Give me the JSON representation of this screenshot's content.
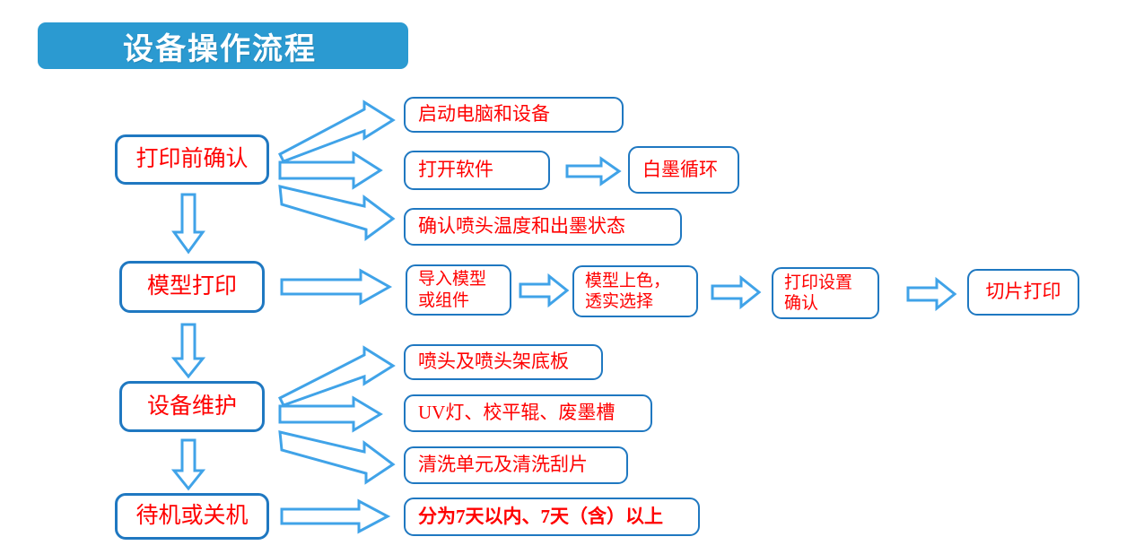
{
  "title": {
    "text": "设备操作流程",
    "bg_color": "#2B9AD1",
    "text_color": "#ffffff"
  },
  "theme": {
    "box_border_color": "#1F78C1",
    "box_text_color": "#FF0000",
    "arrow_color": "#40A3E8",
    "background": "#ffffff"
  },
  "stages": [
    {
      "id": "stage-1",
      "label": "打印前确认"
    },
    {
      "id": "stage-2",
      "label": "模型打印"
    },
    {
      "id": "stage-3",
      "label": "设备维护"
    },
    {
      "id": "stage-4",
      "label": "待机或关机"
    }
  ],
  "stage1_items": [
    {
      "label": "启动电脑和设备"
    },
    {
      "label": "打开软件"
    },
    {
      "label": "确认喷头温度和出墨状态"
    }
  ],
  "stage1_sub": {
    "label": "白墨循环"
  },
  "stage2_items": [
    {
      "label": "导入模型\n或组件"
    },
    {
      "label": "模型上色，\n透实选择"
    },
    {
      "label": "打印设置\n确认"
    },
    {
      "label": "切片打印"
    }
  ],
  "stage3_items": [
    {
      "label": "喷头及喷头架底板"
    },
    {
      "label": "UV灯、校平辊、废墨槽"
    },
    {
      "label": "清洗单元及清洗刮片"
    }
  ],
  "stage4_items": [
    {
      "label": "分为7天以内、7天（含）以上"
    }
  ],
  "arrows": {
    "down": "down-block-arrow",
    "right": "right-block-arrow",
    "up_right": "diagonal-up-right-block-arrow",
    "down_right": "diagonal-down-right-block-arrow"
  }
}
